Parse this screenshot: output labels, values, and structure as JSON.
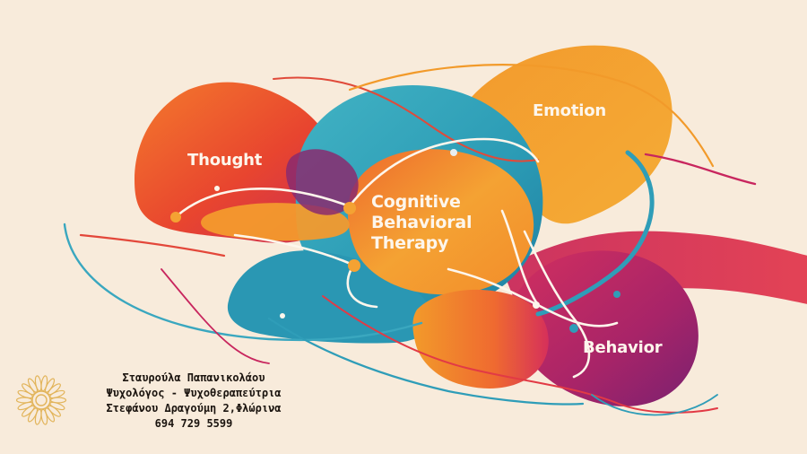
{
  "labels": {
    "thought": "Thought",
    "emotion": "Emotion",
    "behavior": "Behavior",
    "cbt": [
      "Cognitive",
      "Behavioral",
      "Therapy"
    ]
  },
  "contact": {
    "name": "Σταυρούλα Παπανικολάου",
    "title": "Ψυχολόγος - Ψυχοθεραπεύτρια",
    "address": "Στεφάνου Δραγούμη 2,Φλώρινα",
    "phone": "694 729 5599"
  },
  "logo_icon": "sun-flower-icon",
  "colors": {
    "background": "#f8ebdb",
    "orange": "#f29a2a",
    "red": "#e8462f",
    "teal": "#2a9fb5",
    "magenta": "#c8265e",
    "purple": "#7a2170",
    "logo": "#e2b45a"
  }
}
